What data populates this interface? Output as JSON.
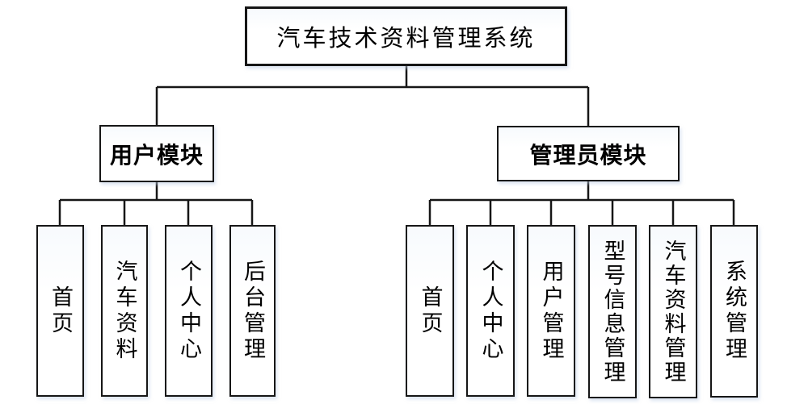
{
  "diagram": {
    "title": "汽车技术资料管理系统",
    "root": {
      "label": "汽车技术资料管理系统"
    },
    "branches": [
      {
        "label": "用户模块",
        "children": [
          {
            "label": "首页"
          },
          {
            "label": "汽车资料"
          },
          {
            "label": "个人中心"
          },
          {
            "label": "后台管理"
          }
        ]
      },
      {
        "label": "管理员模块",
        "children": [
          {
            "label": "首页"
          },
          {
            "label": "个人中心"
          },
          {
            "label": "用户管理"
          },
          {
            "label": "型号信息管理"
          },
          {
            "label": "汽车资料管理"
          },
          {
            "label": "系统管理"
          }
        ]
      }
    ],
    "colors": {
      "background": "#ffffff",
      "box_border": "#161616",
      "connector_line": "#161616",
      "text": "#000000"
    }
  }
}
